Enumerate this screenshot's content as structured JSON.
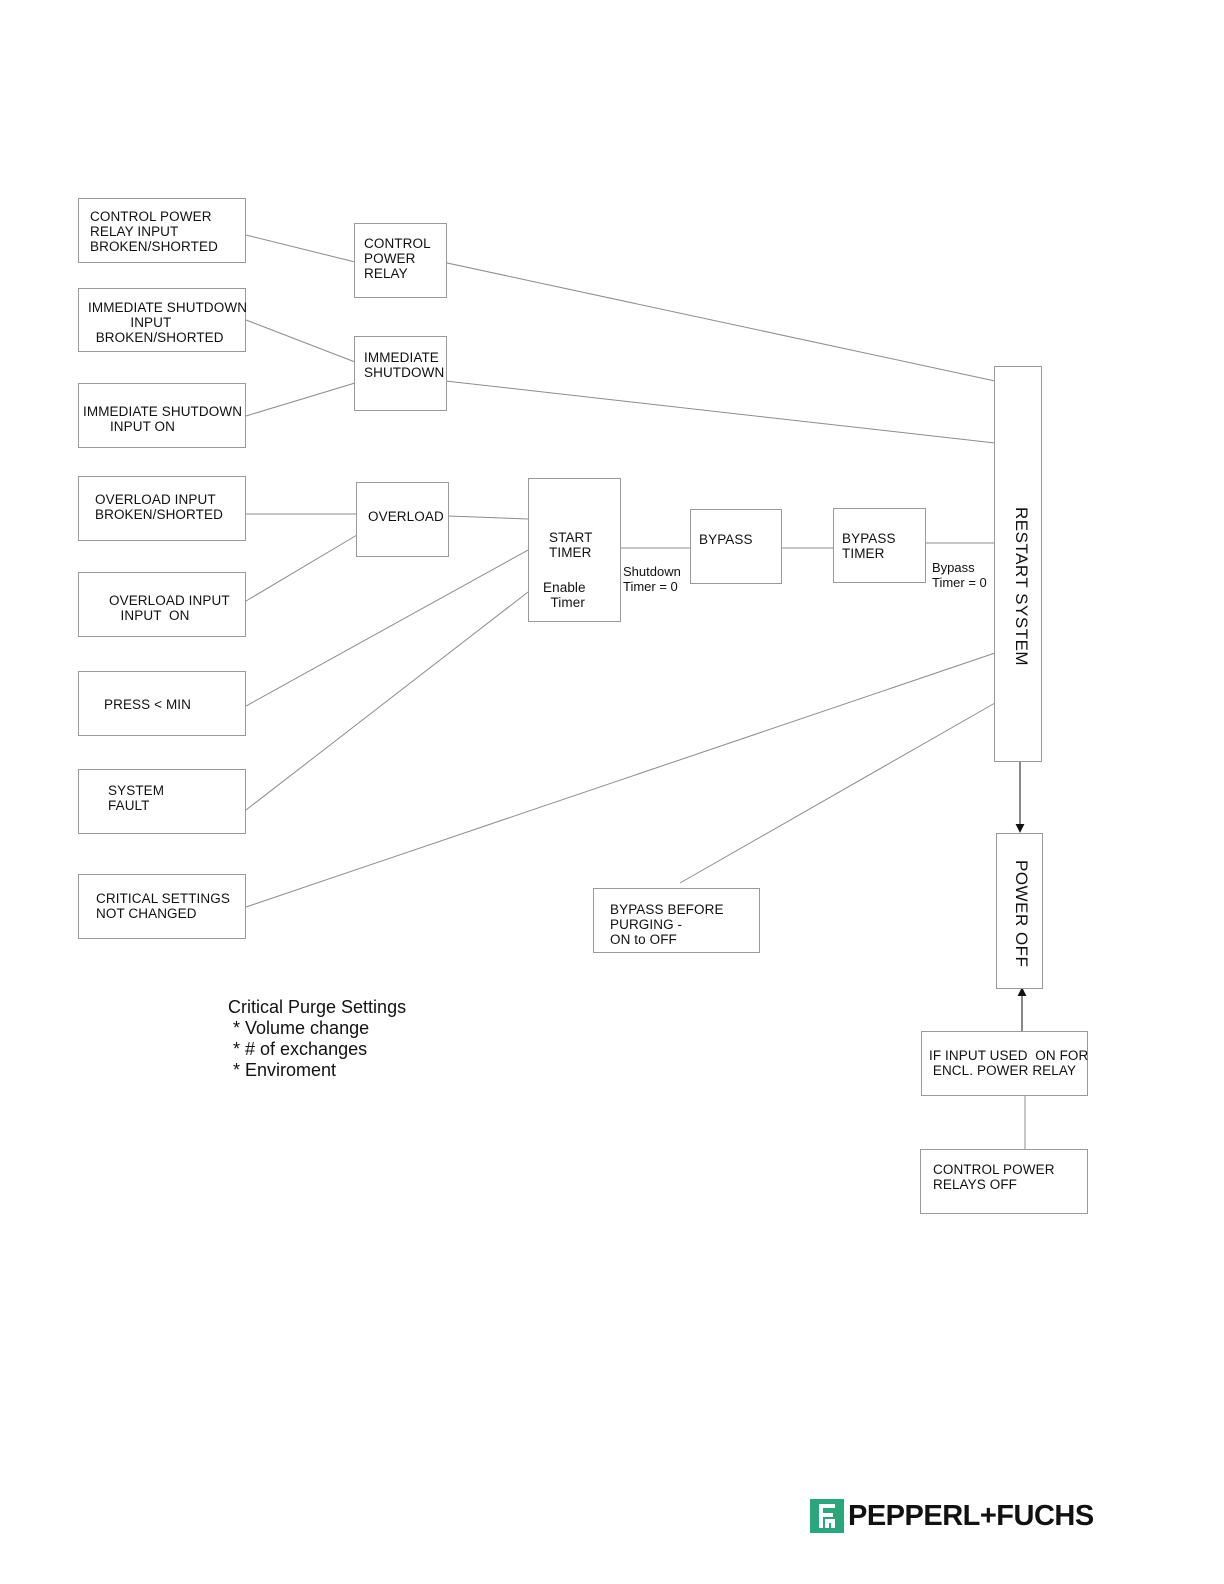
{
  "boxes": {
    "cp_relay_input": "CONTROL POWER\nRELAY INPUT\nBROKEN/SHORTED",
    "imm_sd_input_broken": "IMMEDIATE SHUTDOWN\n           INPUT\n  BROKEN/SHORTED",
    "imm_sd_input_on": "IMMEDIATE SHUTDOWN\n       INPUT ON",
    "overload_input_broken": "OVERLOAD INPUT\nBROKEN/SHORTED",
    "overload_input_on": "OVERLOAD INPUT\n   INPUT  ON",
    "press_min": "PRESS < MIN",
    "system_fault": "SYSTEM\nFAULT",
    "critical_settings": "CRITICAL SETTINGS\nNOT CHANGED",
    "control_power_relay": "CONTROL\nPOWER\nRELAY",
    "immediate_shutdown": "IMMEDIATE\nSHUTDOWN",
    "overload": "OVERLOAD",
    "start_timer": "START\nTIMER",
    "enable_timer": "Enable\n  Timer",
    "bypass": "BYPASS",
    "bypass_timer": "BYPASS\nTIMER",
    "bypass_before_purging": "BYPASS BEFORE\nPURGING -\nON to OFF",
    "if_input_used": "IF INPUT USED  ON FOR\n ENCL. POWER RELAY",
    "control_power_relays_off": "CONTROL POWER\nRELAYS OFF",
    "restart_system": "RESTART SYSTEM",
    "power_off": "POWER OFF"
  },
  "labels": {
    "shutdown_timer": "Shutdown\nTimer = 0",
    "bypass_timer_zero": "Bypass\nTimer = 0"
  },
  "note": {
    "title": "Critical Purge Settings",
    "items": [
      " * Volume change",
      " * # of exchanges",
      " * Enviroment"
    ]
  },
  "logo": {
    "text": "PEPPERL+FUCHS",
    "color": "#2aa77a"
  }
}
